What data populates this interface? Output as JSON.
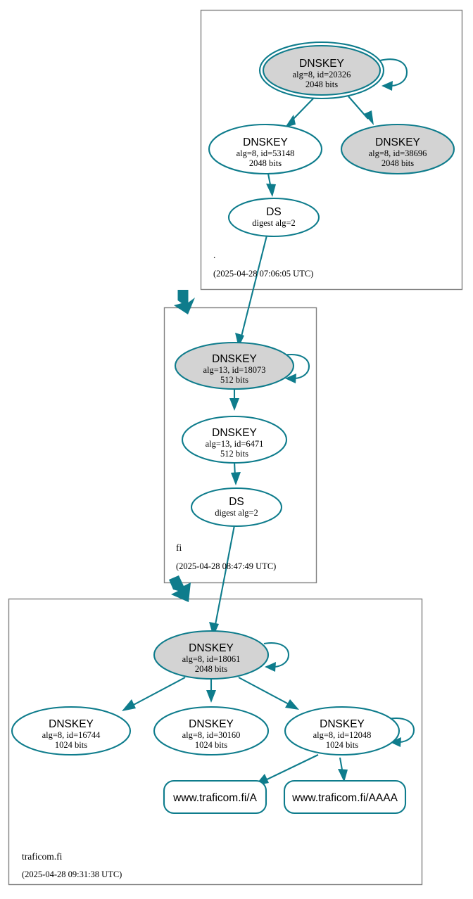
{
  "diagram": {
    "type": "dnssec-chain-of-trust",
    "colors": {
      "accent": "#0e7c8c",
      "secure_key_fill": "#d3d3d3",
      "plain_key_fill": "#ffffff",
      "zone_border": "#808080",
      "background": "#ffffff"
    }
  },
  "zones": [
    {
      "id": "root",
      "name": ".",
      "timestamp": "(2025-04-28 07:06:05 UTC)",
      "nodes": [
        {
          "id": "root-ksk-20326",
          "kind": "DNSKEY",
          "title": "DNSKEY",
          "params": "alg=8, id=20326",
          "size": "2048 bits",
          "shaded": true,
          "trust_anchor": true,
          "self_signed": true
        },
        {
          "id": "root-zsk-53148",
          "kind": "DNSKEY",
          "title": "DNSKEY",
          "params": "alg=8, id=53148",
          "size": "2048 bits",
          "shaded": false,
          "trust_anchor": false,
          "self_signed": false
        },
        {
          "id": "root-key-38696",
          "kind": "DNSKEY",
          "title": "DNSKEY",
          "params": "alg=8, id=38696",
          "size": "2048 bits",
          "shaded": true,
          "trust_anchor": false,
          "self_signed": false
        },
        {
          "id": "root-ds",
          "kind": "DS",
          "title": "DS",
          "params": "digest alg=2",
          "size": "",
          "shaded": false,
          "trust_anchor": false,
          "self_signed": false
        }
      ]
    },
    {
      "id": "fi",
      "name": "fi",
      "timestamp": "(2025-04-28 08:47:49 UTC)",
      "nodes": [
        {
          "id": "fi-ksk-18073",
          "kind": "DNSKEY",
          "title": "DNSKEY",
          "params": "alg=13, id=18073",
          "size": "512 bits",
          "shaded": true,
          "trust_anchor": false,
          "self_signed": true
        },
        {
          "id": "fi-zsk-6471",
          "kind": "DNSKEY",
          "title": "DNSKEY",
          "params": "alg=13, id=6471",
          "size": "512 bits",
          "shaded": false,
          "trust_anchor": false,
          "self_signed": false
        },
        {
          "id": "fi-ds",
          "kind": "DS",
          "title": "DS",
          "params": "digest alg=2",
          "size": "",
          "shaded": false,
          "trust_anchor": false,
          "self_signed": false
        }
      ]
    },
    {
      "id": "traficom",
      "name": "traficom.fi",
      "timestamp": "(2025-04-28 09:31:38 UTC)",
      "nodes": [
        {
          "id": "tf-ksk-18061",
          "kind": "DNSKEY",
          "title": "DNSKEY",
          "params": "alg=8, id=18061",
          "size": "2048 bits",
          "shaded": true,
          "trust_anchor": false,
          "self_signed": true
        },
        {
          "id": "tf-key-16744",
          "kind": "DNSKEY",
          "title": "DNSKEY",
          "params": "alg=8, id=16744",
          "size": "1024 bits",
          "shaded": false,
          "trust_anchor": false,
          "self_signed": false
        },
        {
          "id": "tf-key-30160",
          "kind": "DNSKEY",
          "title": "DNSKEY",
          "params": "alg=8, id=30160",
          "size": "1024 bits",
          "shaded": false,
          "trust_anchor": false,
          "self_signed": false
        },
        {
          "id": "tf-key-12048",
          "kind": "DNSKEY",
          "title": "DNSKEY",
          "params": "alg=8, id=12048",
          "size": "1024 bits",
          "shaded": false,
          "trust_anchor": false,
          "self_signed": true
        }
      ],
      "rrsets": [
        {
          "id": "rr-a",
          "label": "www.traficom.fi/A"
        },
        {
          "id": "rr-aaaa",
          "label": "www.traficom.fi/AAAA"
        }
      ]
    }
  ]
}
